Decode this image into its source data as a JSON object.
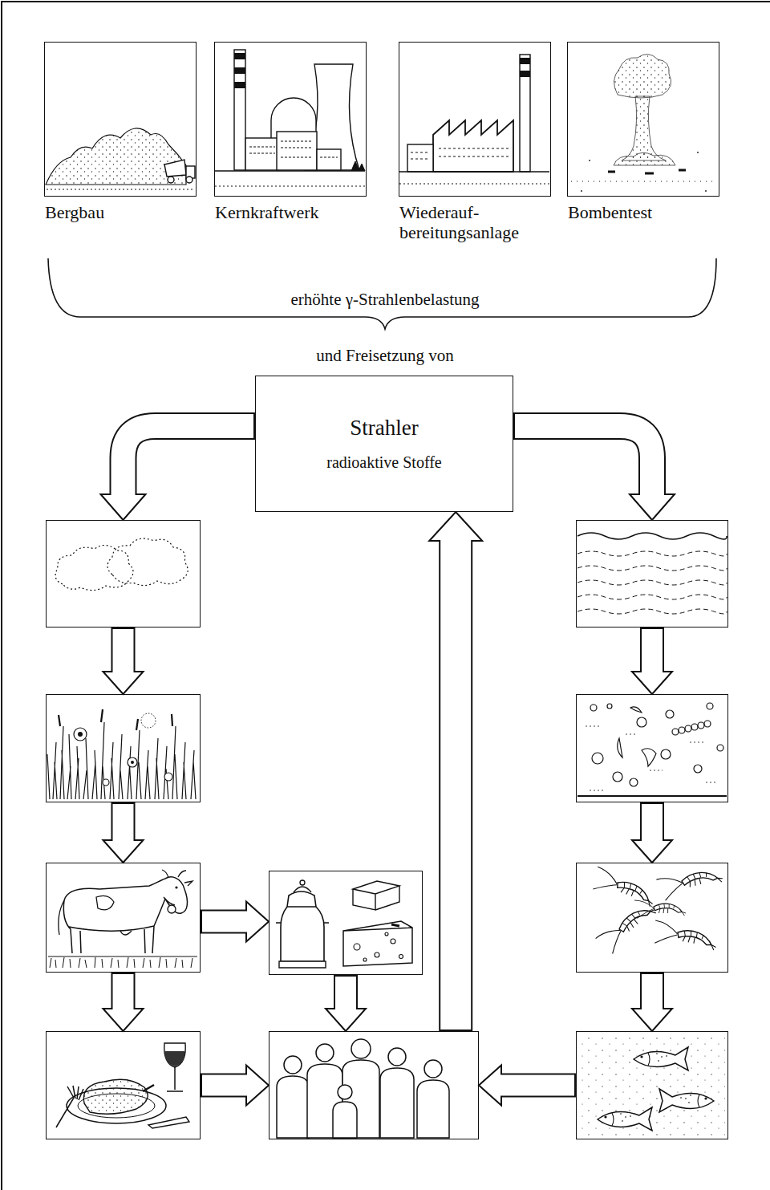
{
  "diagram": {
    "nodes": [
      {
        "text": [
          "Bergbau"
        ]
      },
      {
        "text": [
          "Kernkraftwerk"
        ]
      },
      {
        "text": [
          "Wiederauf- bereitungsanlage"
        ]
      },
      {
        "text": [
          "Bombentest"
        ]
      },
      {
        "text": [
          "Strahler",
          "radioaktive Stoffe"
        ]
      },
      {
        "text": []
      },
      {
        "text": []
      },
      {
        "text": []
      },
      {
        "text": []
      },
      {
        "text": []
      },
      {
        "text": []
      },
      {
        "text": []
      },
      {
        "text": []
      },
      {
        "text": []
      },
      {
        "text": []
      }
    ],
    "edges": [
      {
        "from": 4,
        "to": 5,
        "arrow": "to"
      },
      {
        "from": 4,
        "to": 11,
        "arrow": "to"
      },
      {
        "from": 5,
        "to": 6,
        "arrow": "to"
      },
      {
        "from": 6,
        "to": 7,
        "arrow": "to"
      },
      {
        "from": 7,
        "to": 8,
        "arrow": "to"
      },
      {
        "from": 7,
        "to": 9,
        "arrow": "to"
      },
      {
        "from": 8,
        "to": 10,
        "arrow": "to"
      },
      {
        "from": 9,
        "to": 10,
        "arrow": "to"
      },
      {
        "from": 10,
        "to": 4,
        "arrow": "to"
      },
      {
        "from": 11,
        "to": 12,
        "arrow": "to"
      },
      {
        "from": 12,
        "to": 13,
        "arrow": "to"
      },
      {
        "from": 13,
        "to": 14,
        "arrow": "to"
      },
      {
        "from": 14,
        "to": 10,
        "arrow": "to"
      }
    ],
    "labels": [
      "erhöhte γ-Strahlenbelastung",
      "und Freisetzung von"
    ]
  }
}
